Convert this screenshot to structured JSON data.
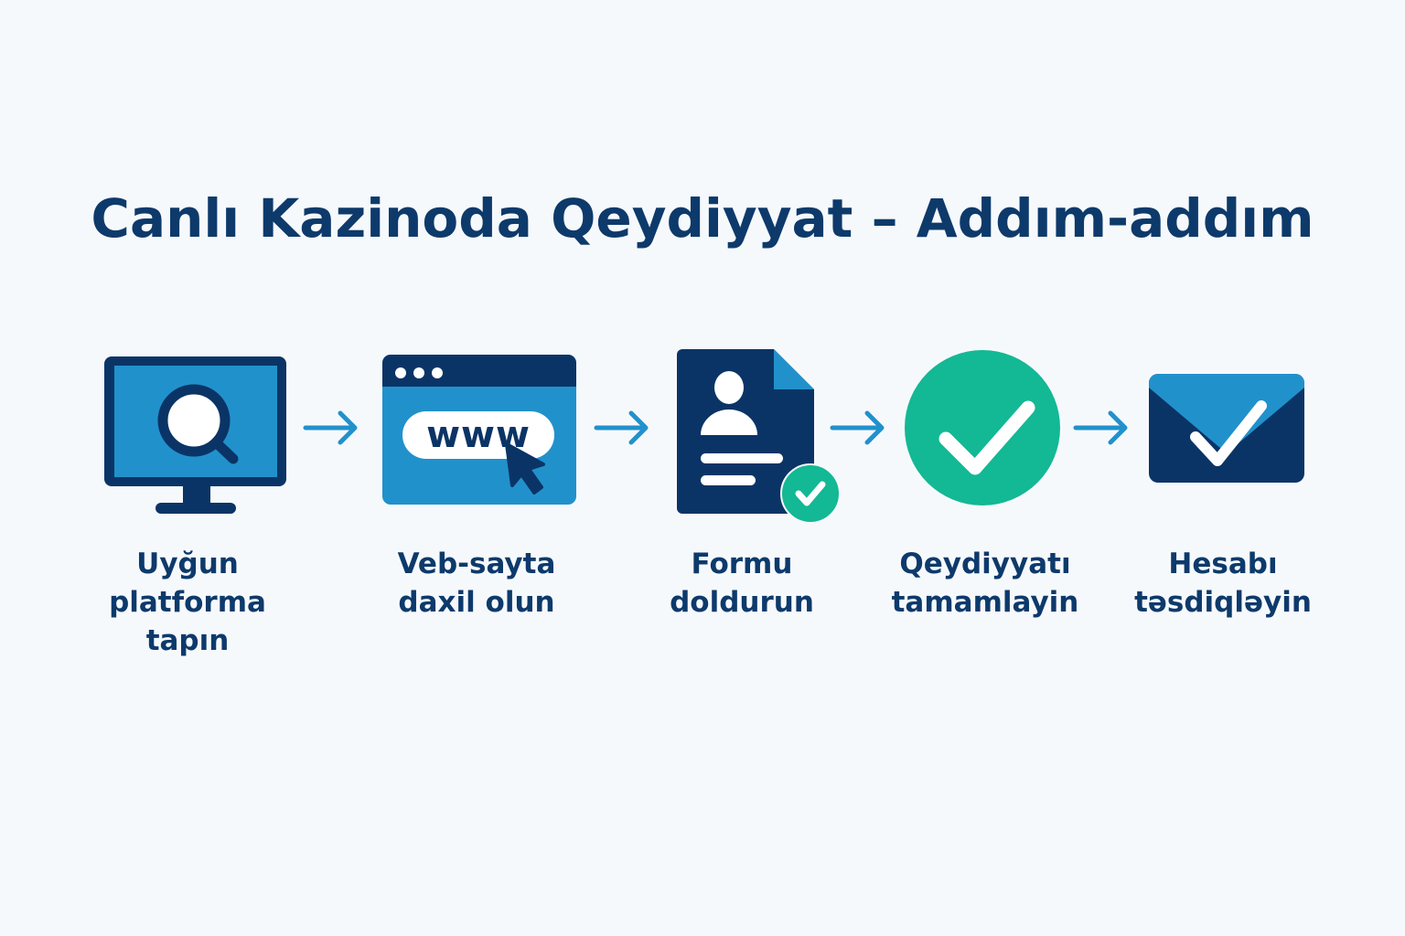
{
  "title": "Canlı Kazinoda Qeydiyyat – Addım-addım",
  "colors": {
    "navy": "#0b3466",
    "blue": "#2191cc",
    "green": "#13b894",
    "background": "#f6f9fc"
  },
  "steps": [
    {
      "icon": "monitor-search-icon",
      "lines": [
        "Uyğun",
        "platforma",
        "tapın"
      ]
    },
    {
      "icon": "browser-www-icon",
      "www": "www",
      "lines": [
        "Veb-sayta",
        "daxil olun"
      ]
    },
    {
      "icon": "form-document-icon",
      "lines": [
        "Formu",
        "doldurun"
      ]
    },
    {
      "icon": "check-circle-icon",
      "lines": [
        "Qeydiyyatı",
        "tamamlayin"
      ]
    },
    {
      "icon": "envelope-check-icon",
      "lines": [
        "Hesabı",
        "təsdiqləyin"
      ]
    }
  ]
}
